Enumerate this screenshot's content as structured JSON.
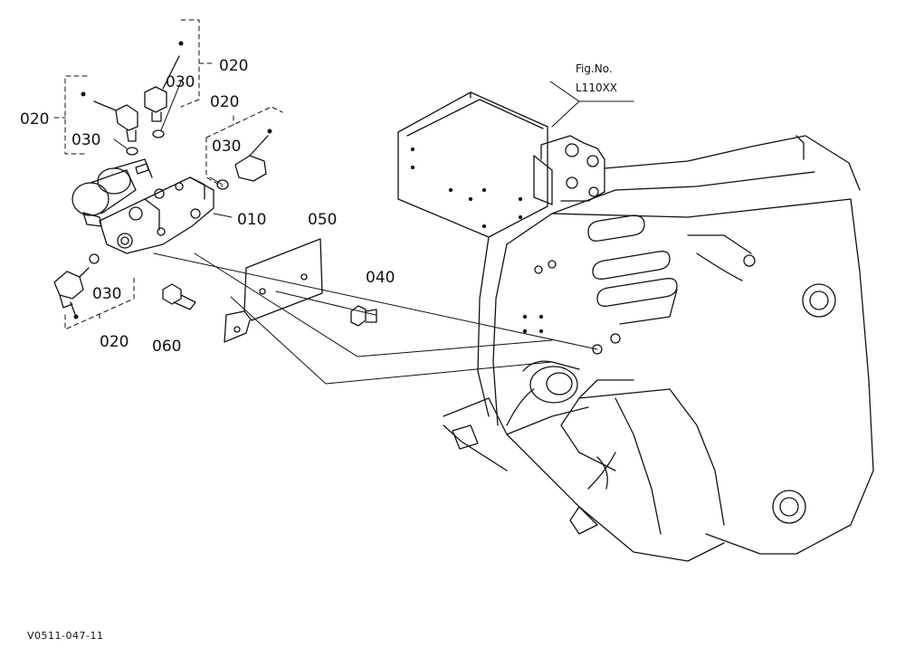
{
  "diagram": {
    "callouts": [
      {
        "id": "c-020-top",
        "text": "020"
      },
      {
        "id": "c-030-top",
        "text": "030"
      },
      {
        "id": "c-020-left",
        "text": "020"
      },
      {
        "id": "c-030-left",
        "text": "030"
      },
      {
        "id": "c-020-right",
        "text": "020"
      },
      {
        "id": "c-030-right",
        "text": "030"
      },
      {
        "id": "c-010",
        "text": "010"
      },
      {
        "id": "c-050",
        "text": "050"
      },
      {
        "id": "c-040",
        "text": "040"
      },
      {
        "id": "c-030-bottom",
        "text": "030"
      },
      {
        "id": "c-060",
        "text": "060"
      },
      {
        "id": "c-020-bottom",
        "text": "020"
      }
    ],
    "fig_ref": {
      "label": "Fig.No.",
      "number": "L110XX"
    },
    "drawing_code": "V0511-047-11"
  }
}
